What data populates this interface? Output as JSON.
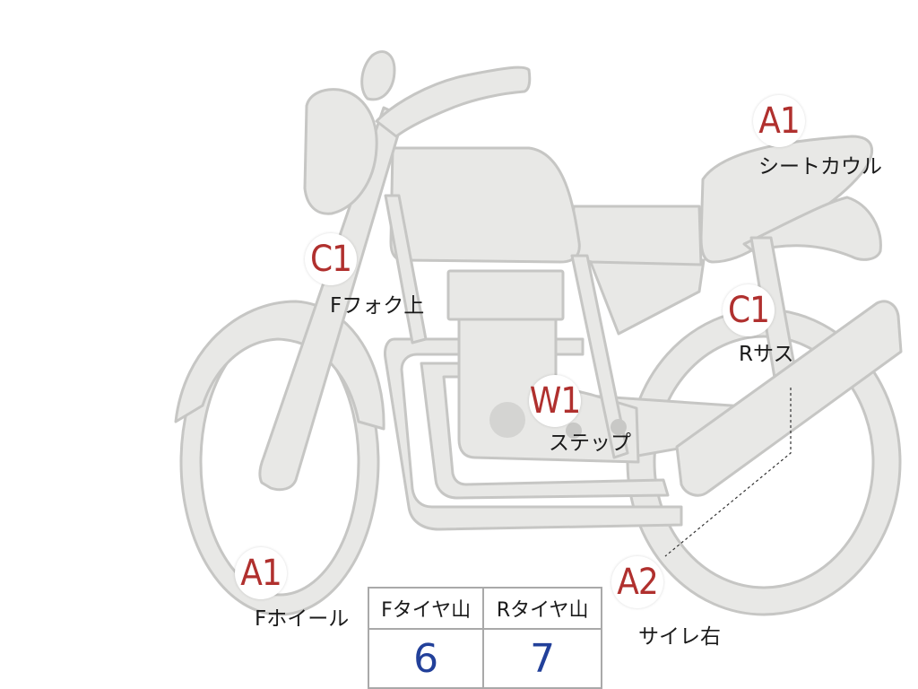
{
  "colors": {
    "bike_fill": "#e8e8e6",
    "bike_stroke": "#c6c6c4",
    "engine_dark": "#d4d4d2",
    "marker_text": "#b0302e",
    "tread_value": "#22409a"
  },
  "markers": [
    {
      "id": "seat-cowl",
      "code": "A1",
      "label": "シートカウル"
    },
    {
      "id": "front-fork-top",
      "code": "C1",
      "label": "Fフォク上"
    },
    {
      "id": "rear-suspension",
      "code": "C1",
      "label": "Rサス"
    },
    {
      "id": "step",
      "code": "W1",
      "label": "ステップ"
    },
    {
      "id": "front-wheel",
      "code": "A1",
      "label": "Fホイール"
    },
    {
      "id": "muffler-right",
      "code": "A2",
      "label": "サイレ右"
    }
  ],
  "tread_table": {
    "headers": [
      "Fタイヤ山",
      "Rタイヤ山"
    ],
    "values": [
      "6",
      "7"
    ]
  }
}
